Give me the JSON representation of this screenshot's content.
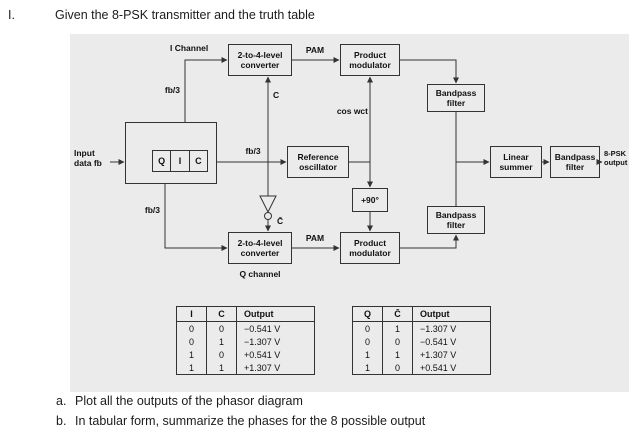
{
  "header": {
    "numeral": "I.",
    "prompt": "Given the 8-PSK transmitter and the truth table"
  },
  "diagram": {
    "blocks": {
      "i_converter": "2-to-4-level converter",
      "q_converter": "2-to-4-level converter",
      "product_modulator_top": "Product modulator",
      "product_modulator_bottom": "Product modulator",
      "reference_oscillator": "Reference oscillator",
      "linear_summer": "Linear summer",
      "bandpass_top": "Bandpass filter",
      "bandpass_bottom": "Bandpass filter",
      "bandpass_output": "Bandpass filter",
      "phase_shift": "+90°"
    },
    "splitter": {
      "cells": [
        "Q",
        "I",
        "C"
      ]
    },
    "labels": {
      "i_channel": "I Channel",
      "q_channel": "Q channel",
      "pam_top": "PAM",
      "pam_bottom": "PAM",
      "fb3_i": "fb/3",
      "fb3_c": "fb/3",
      "fb3_q": "fb/3",
      "c": "C",
      "c_bar": "C̄",
      "carrier": "cos wct",
      "input_line1": "Input",
      "input_line2": "data fb",
      "output_line1": "8-PSK",
      "output_line2": "output"
    }
  },
  "tables": [
    {
      "headers": [
        "I",
        "C",
        "Output"
      ],
      "rows": [
        [
          "0",
          "0",
          "−0.541 V"
        ],
        [
          "0",
          "1",
          "−1.307 V"
        ],
        [
          "1",
          "0",
          "+0.541 V"
        ],
        [
          "1",
          "1",
          "+1.307 V"
        ]
      ]
    },
    {
      "headers": [
        "Q",
        "C̄",
        "Output"
      ],
      "rows": [
        [
          "0",
          "1",
          "−1.307 V"
        ],
        [
          "0",
          "0",
          "−0.541 V"
        ],
        [
          "1",
          "1",
          "+1.307 V"
        ],
        [
          "1",
          "0",
          "+0.541 V"
        ]
      ]
    }
  ],
  "footer": {
    "items": [
      {
        "marker": "a.",
        "text": "Plot all the outputs of the phasor diagram"
      },
      {
        "marker": "b.",
        "text": "In tabular form, summarize the phases for the 8 possible output"
      }
    ]
  }
}
